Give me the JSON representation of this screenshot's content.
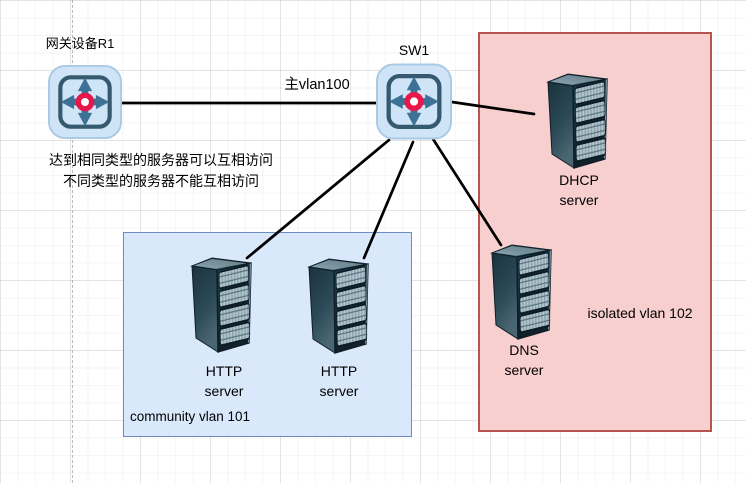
{
  "diagram": {
    "nodes": {
      "r1": {
        "label": "网关设备R1",
        "type": "router"
      },
      "sw1": {
        "label": "SW1",
        "type": "switch"
      },
      "http1": {
        "label1": "HTTP",
        "label2": "server"
      },
      "http2": {
        "label1": "HTTP",
        "label2": "server"
      },
      "dhcp": {
        "label1": "DHCP",
        "label2": "server"
      },
      "dns": {
        "label1": "DNS",
        "label2": "server"
      }
    },
    "edges": {
      "trunk_label": "主vlan100"
    },
    "zones": {
      "community": {
        "label": "community vlan 101",
        "fill": "#dae8fc",
        "border": "#6c8ebf"
      },
      "isolated": {
        "label": "isolated vlan 102",
        "fill": "#f6cfce",
        "border": "#b85450"
      }
    },
    "note": {
      "line1": "达到相同类型的服务器可以互相访问",
      "line2": "不同类型的服务器不能互相访问"
    },
    "colors": {
      "edge": "#000000",
      "device_fill": "#cfe4f6",
      "device_border": "#a9c9e4",
      "device_inner_stroke": "#35596e",
      "device_arrow": "#3e7196",
      "device_accent_ring": "#e8174a",
      "server_body": "#1f3844"
    }
  }
}
